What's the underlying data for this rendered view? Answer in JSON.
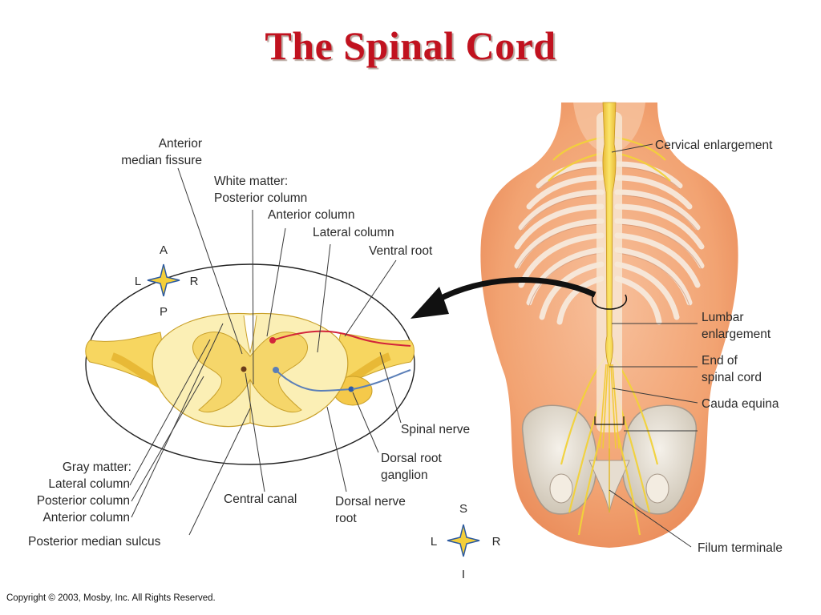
{
  "title": "The Spinal Cord",
  "copyright": "Copyright © 2003, Mosby, Inc. All Rights Reserved.",
  "cross_section_labels": {
    "anterior_median_fissure_1": "Anterior",
    "anterior_median_fissure_2": "median fissure",
    "white_matter": "White matter:",
    "posterior_column": "Posterior column",
    "anterior_column": "Anterior column",
    "lateral_column": "Lateral column",
    "ventral_root": "Ventral root",
    "spinal_nerve": "Spinal nerve",
    "dorsal_root_ganglion_1": "Dorsal root",
    "dorsal_root_ganglion_2": "ganglion",
    "dorsal_nerve_root_1": "Dorsal nerve",
    "dorsal_nerve_root_2": "root",
    "central_canal": "Central canal",
    "gray_matter": "Gray matter:",
    "gray_lateral_column": "Lateral column",
    "gray_posterior_column": "Posterior column",
    "gray_anterior_column": "Anterior column",
    "posterior_median_sulcus": "Posterior median sulcus"
  },
  "back_view_labels": {
    "cervical_enlargement": "Cervical enlargement",
    "lumbar_enlargement_1": "Lumbar",
    "lumbar_enlargement_2": "enlargement",
    "end_of_spinal_cord_1": "End of",
    "end_of_spinal_cord_2": "spinal cord",
    "cauda_equina": "Cauda equina",
    "filum_terminale": "Filum terminale"
  },
  "compass_cross_section": {
    "top": "A",
    "left": "L",
    "right": "R",
    "bottom": "P"
  },
  "compass_back_view": {
    "top": "S",
    "left": "L",
    "right": "R",
    "bottom": "I"
  },
  "colors": {
    "title": "#c1121f",
    "skin": "#f3a779",
    "nerve": "#f2d23a",
    "white_matter": "#fbefb5",
    "gray_matter": "#f5d66a",
    "bone": "#efe8dc"
  }
}
